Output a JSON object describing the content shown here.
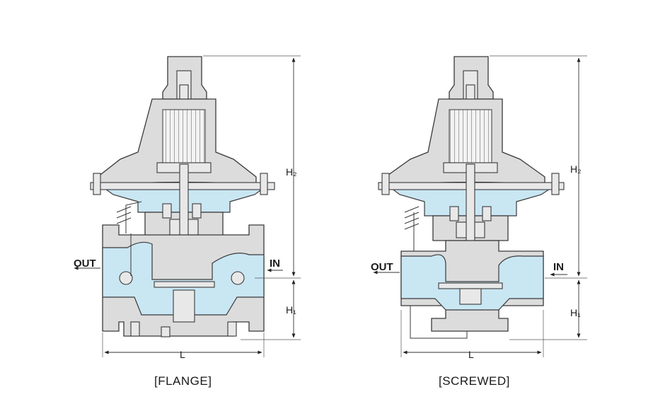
{
  "valves": [
    {
      "caption": "[FLANGE]",
      "outlet_label": "OUT",
      "inlet_label": "IN",
      "height_upper_label": "H₂",
      "height_lower_label": "H₁",
      "length_label": "L"
    },
    {
      "caption": "[SCREWED]",
      "outlet_label": "OUT",
      "inlet_label": "IN",
      "height_upper_label": "H₂",
      "height_lower_label": "H₁",
      "length_label": "L"
    }
  ],
  "colors": {
    "body": "#dcdcdc",
    "fluid": "#c9e6f3",
    "outline": "#3a3a3a",
    "background": "#ffffff"
  }
}
